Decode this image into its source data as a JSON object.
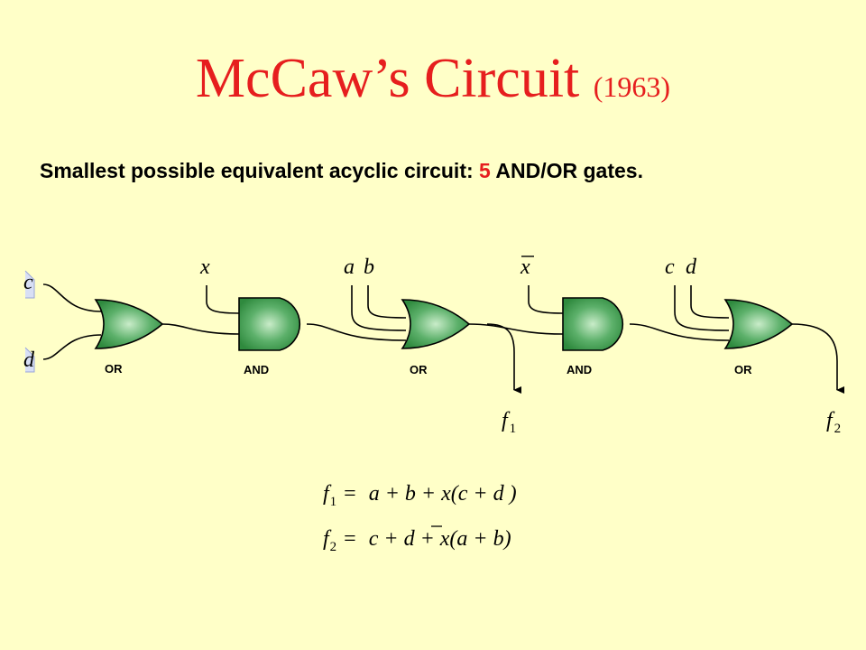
{
  "title": {
    "main": "McCaw’s Circuit",
    "year": "(1963)"
  },
  "subtitle": {
    "before": "Smallest possible equivalent acyclic circuit: ",
    "count": "5",
    "after": " AND/OR gates."
  },
  "colors": {
    "title": "#e61e1e",
    "gate_fill": "#3a9a4a",
    "background": "#ffffc8"
  },
  "inputs": {
    "c": "c",
    "d": "d",
    "x": "x",
    "a": "a",
    "b": "b",
    "x_bar": "x",
    "c2": "c",
    "d2": "d"
  },
  "gates": [
    {
      "type": "OR"
    },
    {
      "type": "AND"
    },
    {
      "type": "OR"
    },
    {
      "type": "AND"
    },
    {
      "type": "OR"
    }
  ],
  "outputs": {
    "f1": {
      "letter": "f",
      "sub": "1"
    },
    "f2": {
      "letter": "f",
      "sub": "2"
    }
  },
  "equations": {
    "eq1": {
      "lhs": "f",
      "lhs_sub": "1",
      "eq": "=",
      "rhs": "a + b + x(c + d )"
    },
    "eq2": {
      "lhs": "f",
      "lhs_sub": "2",
      "eq": "=",
      "rhs": "c + d + x(a + b)"
    }
  }
}
